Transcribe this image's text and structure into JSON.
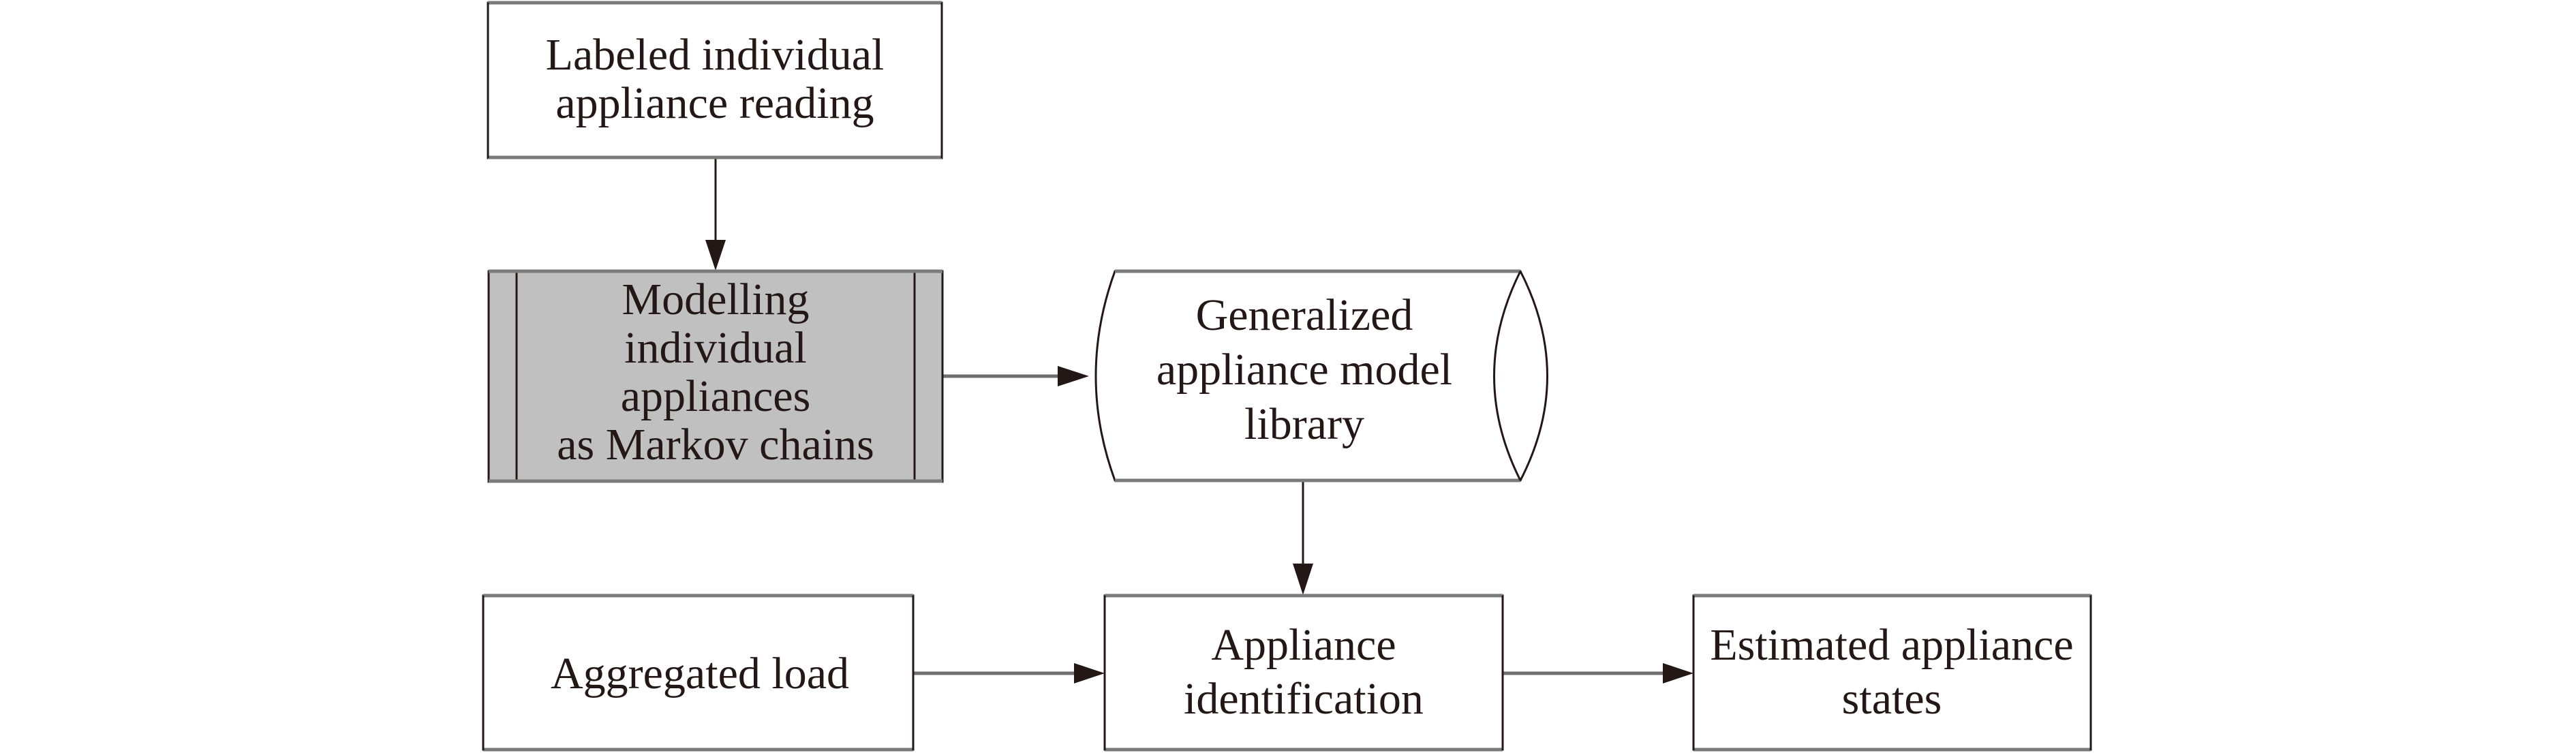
{
  "diagram": {
    "type": "flowchart",
    "nodes": [
      {
        "id": "labeled-reading",
        "shape": "rectangle",
        "lines": [
          "Labeled individual",
          "appliance reading"
        ]
      },
      {
        "id": "modelling",
        "shape": "predefined-process",
        "fill": "#c0c0c0",
        "lines": [
          "Modelling",
          "individual",
          "appliances",
          "as Markov chains"
        ]
      },
      {
        "id": "model-library",
        "shape": "stored-data-cylinder",
        "lines": [
          "Generalized",
          "appliance model",
          "library"
        ]
      },
      {
        "id": "aggregated-load",
        "shape": "rectangle",
        "lines": [
          "Aggregated load"
        ]
      },
      {
        "id": "appliance-identification",
        "shape": "rectangle",
        "lines": [
          "Appliance",
          "identification"
        ]
      },
      {
        "id": "estimated-states",
        "shape": "rectangle",
        "lines": [
          "Estimated appliance",
          "states"
        ]
      }
    ],
    "edges": [
      {
        "from": "labeled-reading",
        "to": "modelling"
      },
      {
        "from": "modelling",
        "to": "model-library"
      },
      {
        "from": "model-library",
        "to": "appliance-identification"
      },
      {
        "from": "aggregated-load",
        "to": "appliance-identification"
      },
      {
        "from": "appliance-identification",
        "to": "estimated-states"
      }
    ],
    "colors": {
      "stroke": "#231815",
      "text": "#231815",
      "process_fill": "#c0c0c0",
      "background": "#ffffff"
    }
  }
}
